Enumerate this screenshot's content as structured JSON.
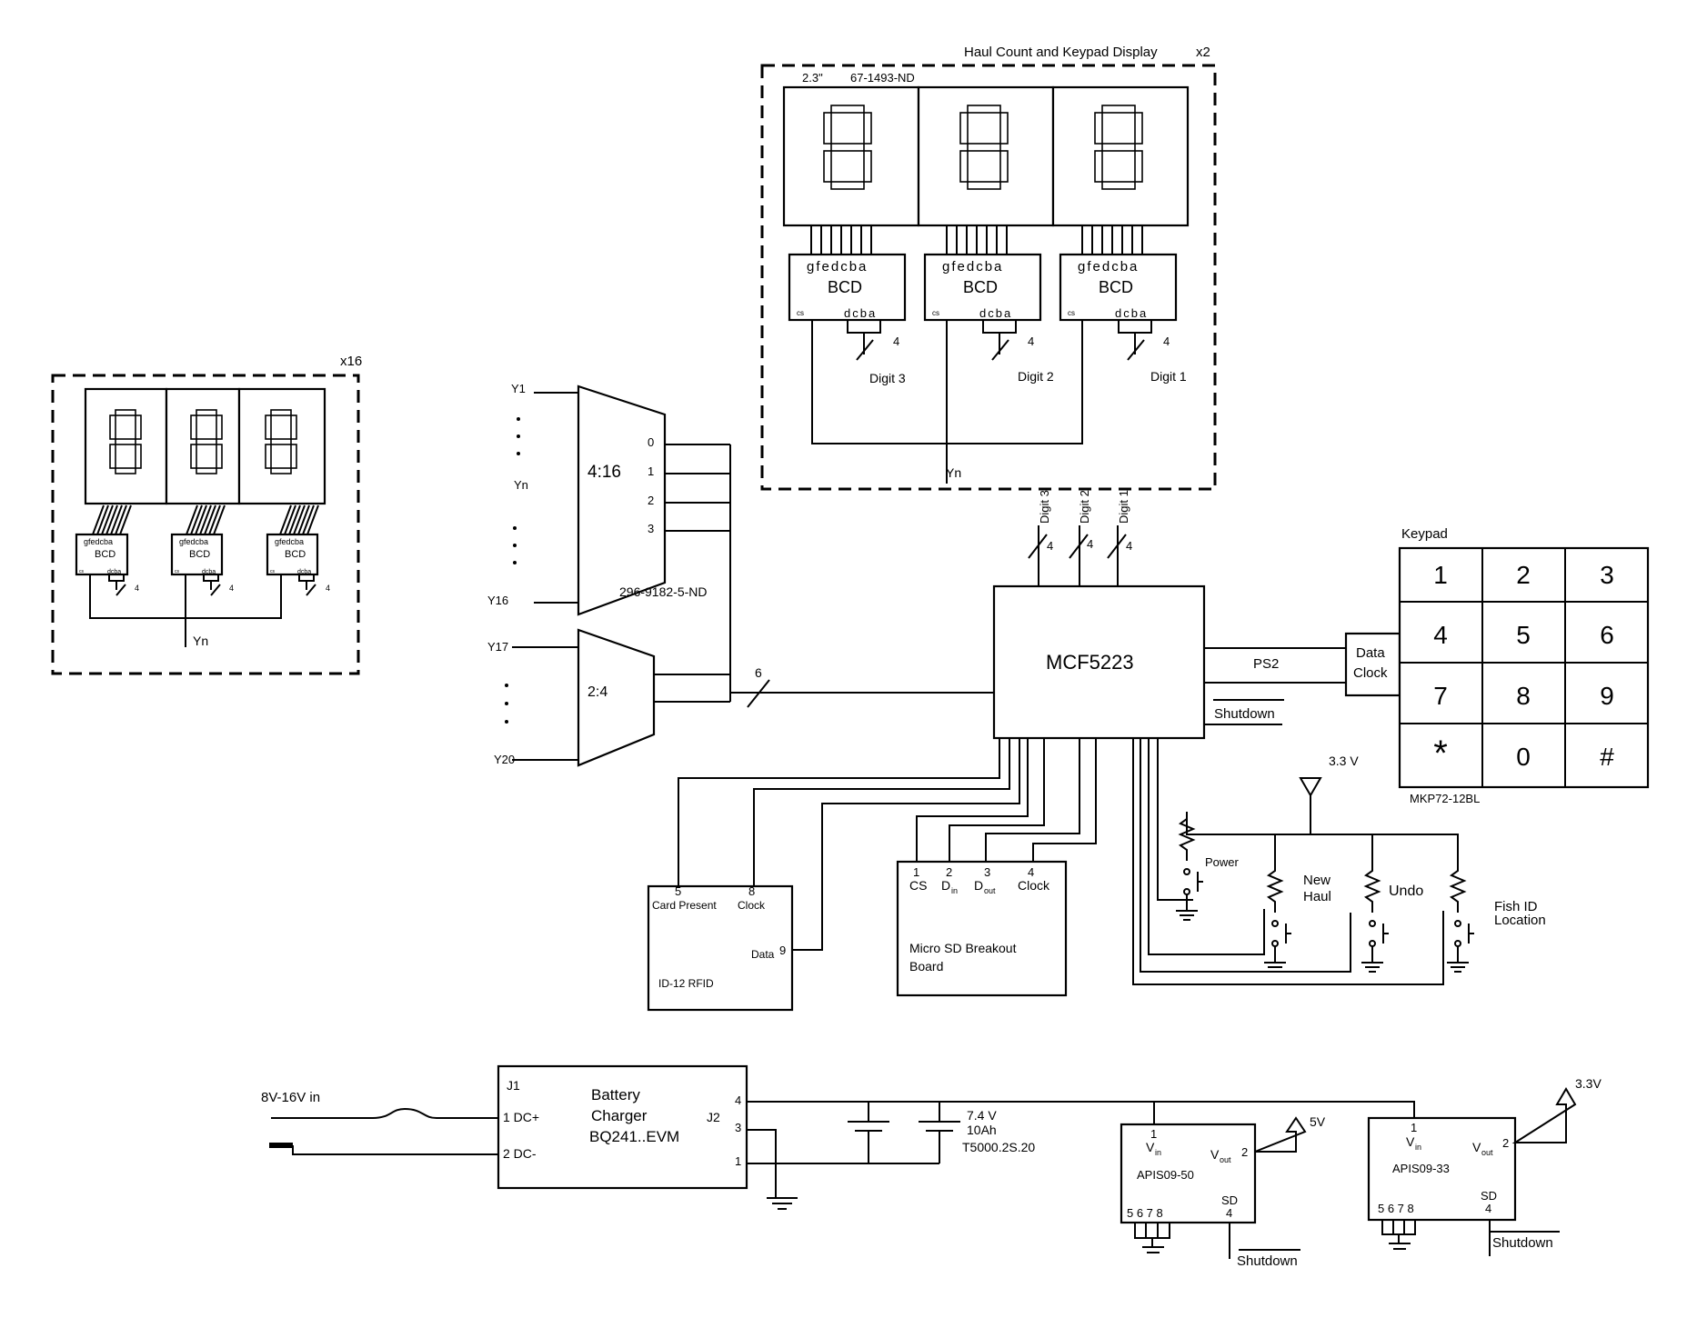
{
  "haul_display": {
    "title": "Haul Count and Keypad Display",
    "multiplier": "x2",
    "size_label": "2.3\"",
    "part_label": "67-1493-ND",
    "bcd_label": "BCD",
    "pins_top": "gfedcba",
    "pins_bottom": "dcba",
    "cs_label": "cs",
    "bus_width": "4",
    "digits": [
      "Digit 3",
      "Digit 2",
      "Digit 1"
    ],
    "yn_label": "Yn"
  },
  "small_display": {
    "multiplier": "x16",
    "bcd_label": "BCD",
    "pins_top": "gfedcba",
    "pins_bottom": "dcba",
    "cs_label": "cs",
    "bus_width": "4",
    "yn_label": "Yn"
  },
  "decoder_4_16": {
    "label": "4:16",
    "part": "296-9182-5-ND",
    "inputs": [
      "Y1",
      "Yn",
      "Y16"
    ],
    "outputs": [
      "0",
      "1",
      "2",
      "3"
    ]
  },
  "decoder_2_4": {
    "label": "2:4",
    "inputs": [
      "Y17",
      "Y20"
    ]
  },
  "address_bus_width": "6",
  "mcu": {
    "label": "MCF5223",
    "digit_buses": [
      "Digit 3",
      "Digit 2",
      "Digit 1"
    ],
    "digit_bus_width": "4",
    "ps2_label": "PS2",
    "shutdown_label": "Shutdown"
  },
  "keypad": {
    "title": "Keypad",
    "part": "MKP72-12BL",
    "data_label": "Data",
    "clock_label": "Clock",
    "keys": [
      "1",
      "2",
      "3",
      "4",
      "5",
      "6",
      "7",
      "8",
      "9",
      "*",
      "0",
      "#"
    ]
  },
  "buttons": {
    "supply": "3.3 V",
    "power": "Power",
    "new_haul_1": "New",
    "new_haul_2": "Haul",
    "undo": "Undo",
    "fish_id_1": "Fish ID",
    "fish_id_2": "Location"
  },
  "rfid": {
    "label": "ID-12 RFID",
    "pin5": "5",
    "pin5_label": "Card Present",
    "pin8": "8",
    "pin8_label": "Clock",
    "pin9": "9",
    "pin9_label": "Data"
  },
  "sd": {
    "label_1": "Micro SD Breakout",
    "label_2": "Board",
    "pins": [
      "1",
      "2",
      "3",
      "4"
    ],
    "pin_labels": [
      "CS",
      "D",
      "D",
      "Clock"
    ],
    "pin_subs": [
      "",
      "in",
      "out",
      ""
    ]
  },
  "power": {
    "input_label": "8V-16V in",
    "charger_1": "Battery",
    "charger_2": "Charger",
    "charger_3": "BQ241..EVM",
    "j1": "J1",
    "j2": "J2",
    "dc_plus": "1 DC+",
    "dc_minus": "2 DC-",
    "pin4": "4",
    "pin3": "3",
    "pin1": "1",
    "battery_1": "7.4 V",
    "battery_2": "10Ah",
    "battery_3": "T5000.2S.20",
    "reg1": {
      "part": "APIS09-50",
      "out": "5V",
      "vin_pin": "1",
      "vout_pin": "2",
      "sd_pin": "4",
      "gnd_pins": "5 6 7 8",
      "vin": "V",
      "vin_sub": "in",
      "vout": "V",
      "vout_sub": "out",
      "sd_label": "SD",
      "shutdown": "Shutdown"
    },
    "reg2": {
      "part": "APIS09-33",
      "out": "3.3V",
      "vin_pin": "1",
      "vout_pin": "2",
      "sd_pin": "4",
      "gnd_pins": "5 6 7 8",
      "vin": "V",
      "vin_sub": "in",
      "vout": "V",
      "vout_sub": "out",
      "sd_label": "SD",
      "shutdown": "Shutdown"
    }
  }
}
